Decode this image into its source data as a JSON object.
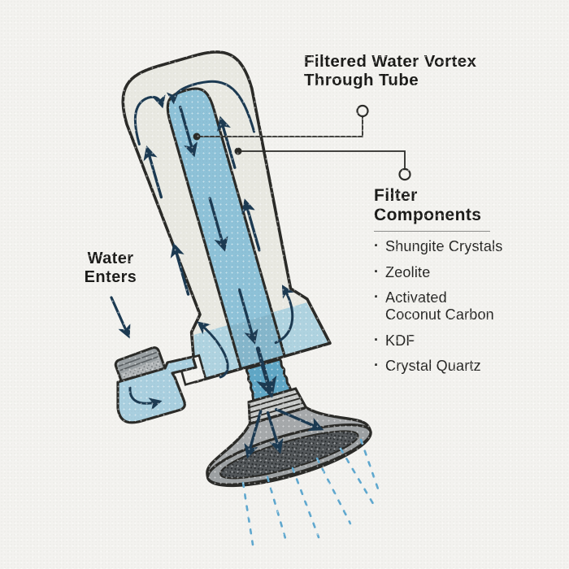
{
  "colors": {
    "bg": "#f3f2ef",
    "ink": "#1c1c1a",
    "outline": "#2b2b28",
    "navy": "#1c3a52",
    "shell": "#e9e9e2",
    "tube": "#8ec2d8",
    "band": "#afd3e0",
    "neck": "#60a7c6",
    "elbow": "#a9cfdf",
    "metal": "#9aa0a3",
    "collar": "#c6c8c7",
    "bell": "#a6a9ab",
    "rim": "#9da1a3",
    "faceplate": "#53575a",
    "facedot": "#26292b",
    "spray": "#5fa8cf",
    "rule": "#8c8c8a"
  },
  "callouts": {
    "vortex": {
      "line1": "Filtered Water Vortex",
      "line2": "Through Tube"
    },
    "components": {
      "line1": "Filter",
      "line2": "Components",
      "bullet": "·",
      "items": [
        "Shungite Crystals",
        "Zeolite",
        "Activated\nCoconut Carbon",
        "KDF",
        "Crystal Quartz"
      ]
    }
  },
  "labels": {
    "water": {
      "line1": "Water",
      "line2": "Enters"
    }
  }
}
